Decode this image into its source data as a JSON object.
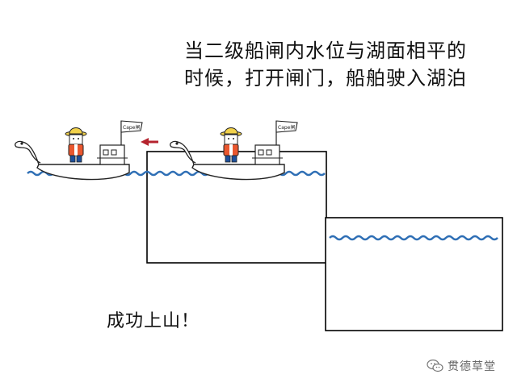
{
  "caption": {
    "line1": "当二级船闸内水位与湖面相平的",
    "line2": "时候，打开闸门，船舶驶入湖泊"
  },
  "success_text": "成功上山！",
  "flag_text": "Cape闸",
  "watermark": {
    "label": "贯德草堂",
    "icon": "wechat-icon"
  },
  "colors": {
    "water": "#2f6fb5",
    "arrow": "#b5232e",
    "hat": "#f1d14b",
    "vest": "#e9572f",
    "line": "#222222"
  },
  "icons": {
    "direction": "left-arrow-icon"
  }
}
